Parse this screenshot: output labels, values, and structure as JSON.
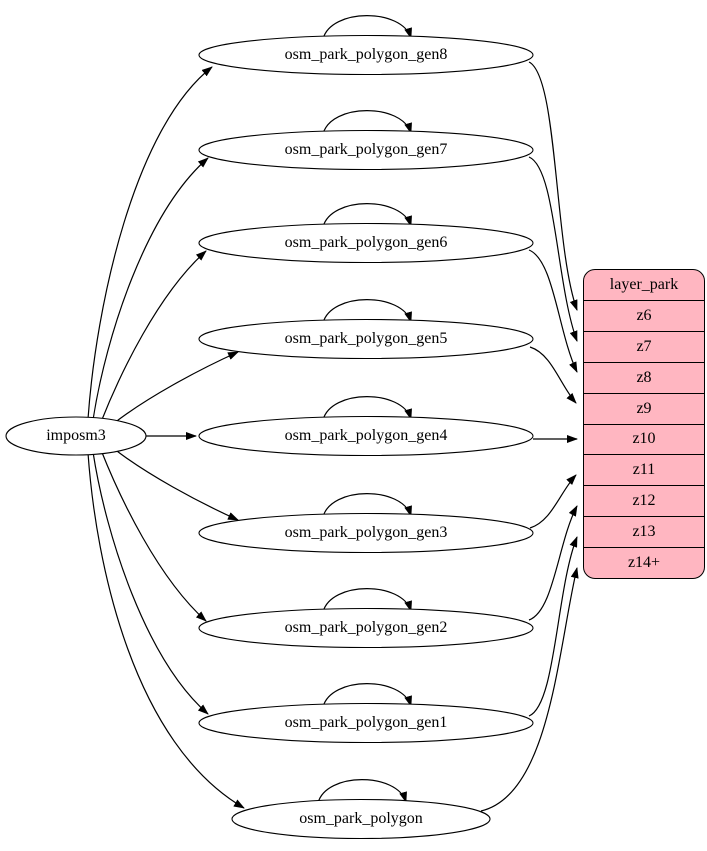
{
  "diagram": {
    "source": {
      "label": "imposm3"
    },
    "tables": [
      {
        "label": "osm_park_polygon_gen8"
      },
      {
        "label": "osm_park_polygon_gen7"
      },
      {
        "label": "osm_park_polygon_gen6"
      },
      {
        "label": "osm_park_polygon_gen5"
      },
      {
        "label": "osm_park_polygon_gen4"
      },
      {
        "label": "osm_park_polygon_gen3"
      },
      {
        "label": "osm_park_polygon_gen2"
      },
      {
        "label": "osm_park_polygon_gen1"
      },
      {
        "label": "osm_park_polygon"
      }
    ],
    "layer_table": {
      "title": "layer_park",
      "rows": [
        "z6",
        "z7",
        "z8",
        "z9",
        "z10",
        "z11",
        "z12",
        "z13",
        "z14+"
      ]
    },
    "edges": {
      "from_source_to": [
        "osm_park_polygon_gen8",
        "osm_park_polygon_gen7",
        "osm_park_polygon_gen6",
        "osm_park_polygon_gen5",
        "osm_park_polygon_gen4",
        "osm_park_polygon_gen3",
        "osm_park_polygon_gen2",
        "osm_park_polygon_gen1",
        "osm_park_polygon"
      ],
      "self_loops": [
        "osm_park_polygon_gen8",
        "osm_park_polygon_gen7",
        "osm_park_polygon_gen6",
        "osm_park_polygon_gen5",
        "osm_park_polygon_gen4",
        "osm_park_polygon_gen3",
        "osm_park_polygon_gen2",
        "osm_park_polygon_gen1",
        "osm_park_polygon"
      ],
      "to_layer_rows": [
        {
          "from": "osm_park_polygon_gen8",
          "to": "z6"
        },
        {
          "from": "osm_park_polygon_gen7",
          "to": "z7"
        },
        {
          "from": "osm_park_polygon_gen6",
          "to": "z8"
        },
        {
          "from": "osm_park_polygon_gen5",
          "to": "z9"
        },
        {
          "from": "osm_park_polygon_gen4",
          "to": "z10"
        },
        {
          "from": "osm_park_polygon_gen3",
          "to": "z11"
        },
        {
          "from": "osm_park_polygon_gen2",
          "to": "z12"
        },
        {
          "from": "osm_park_polygon_gen1",
          "to": "z13"
        },
        {
          "from": "osm_park_polygon",
          "to": "z14+"
        }
      ]
    },
    "colors": {
      "layer_table_fill": "#ffb6c1",
      "node_fill": "#ffffff",
      "stroke": "#000000"
    }
  }
}
